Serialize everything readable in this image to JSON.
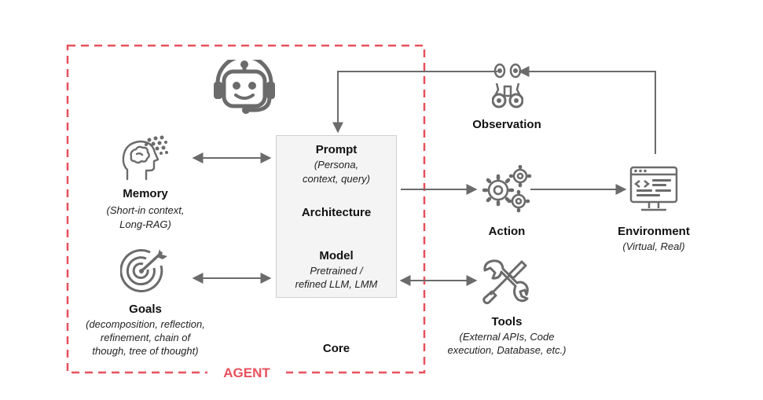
{
  "agent": {
    "label": "AGENT",
    "color": "#e8505b"
  },
  "memory": {
    "title": "Memory",
    "subtitle": [
      "(Short-in context,",
      "Long-RAG)"
    ]
  },
  "goals": {
    "title": "Goals",
    "subtitle": [
      "(decomposition, reflection,",
      "refinement, chain of",
      "though, tree of thought)"
    ]
  },
  "core": {
    "prompt_title": "Prompt",
    "prompt_sub": [
      "(Persona,",
      "context, query)"
    ],
    "architecture": "Architecture",
    "model_title": "Model",
    "model_sub": [
      "Pretrained /",
      "refined LLM, LMM"
    ],
    "label": "Core"
  },
  "observation": {
    "title": "Observation"
  },
  "action": {
    "title": "Action"
  },
  "environment": {
    "title": "Environment",
    "subtitle": "(Virtual, Real)"
  },
  "tools": {
    "title": "Tools",
    "subtitle": [
      "(External APIs, Code",
      "execution, Database, etc.)"
    ]
  },
  "colors": {
    "icon": "#6b6b6b",
    "arrow": "#6b6b6b"
  },
  "icons": [
    "robot-headset-icon",
    "brain-head-icon",
    "target-icon",
    "binoculars-icon",
    "gears-icon",
    "code-window-icon",
    "tools-icon"
  ]
}
